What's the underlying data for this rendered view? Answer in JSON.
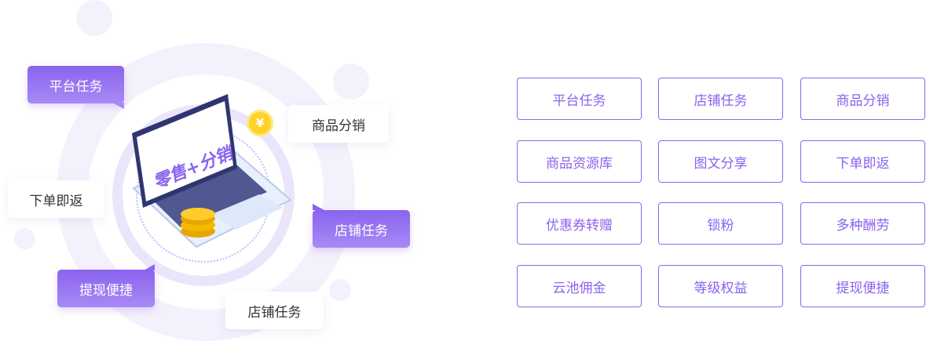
{
  "illustration": {
    "screen_text": "零售+分销",
    "coin_symbol": "¥",
    "tags": [
      "平台任务",
      "商品分销",
      "下单即返",
      "店铺任务",
      "提现便捷",
      "店铺任务"
    ]
  },
  "features": [
    "平台任务",
    "店铺任务",
    "商品分销",
    "商品资源库",
    "图文分享",
    "下单即返",
    "优惠券转赠",
    "锁粉",
    "多种酬劳",
    "云池佣金",
    "等级权益",
    "提现便捷"
  ],
  "colors": {
    "accent": "#8a63ee",
    "bg_circle": "#f4f1fd"
  }
}
